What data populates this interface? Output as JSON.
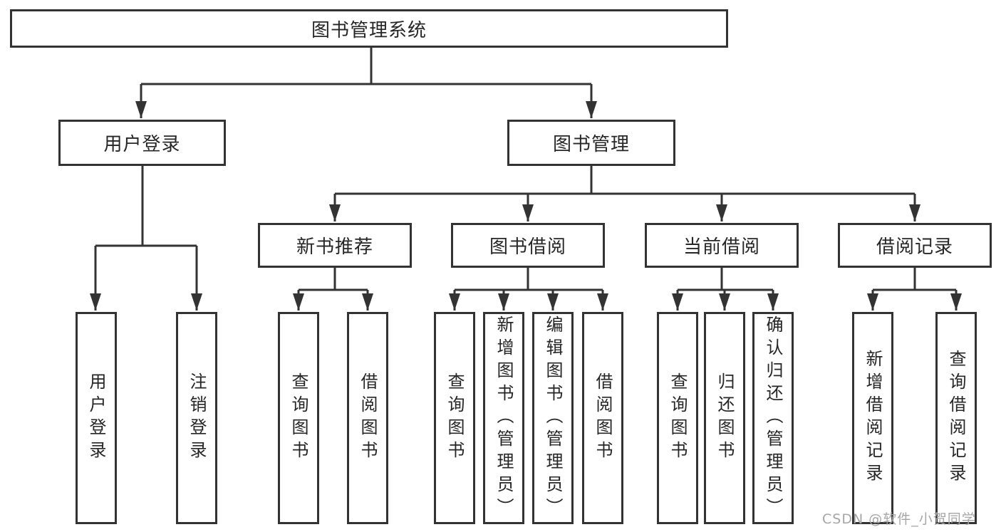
{
  "diagram": {
    "root": {
      "label": "图书管理系统"
    },
    "level2": {
      "user_login": "用户登录",
      "book_mgmt": "图书管理"
    },
    "level3": {
      "new_book_rec": "新书推荐",
      "book_borrow": "图书借阅",
      "current_borrow": "当前借阅",
      "borrow_record": "借阅记录"
    },
    "leaves": {
      "login": "用户登录",
      "logout": "注销登录",
      "rec_query": "查询图书",
      "rec_borrow": "借阅图书",
      "borrow_query": "查询图书",
      "borrow_add": "新增图书（管理员）",
      "borrow_edit": "编辑图书（管理员）",
      "borrow_borrow": "借阅图书",
      "current_query": "查询图书",
      "current_return": "归还图书",
      "current_confirm": "确认归还（管理员）",
      "record_add": "新增借阅记录",
      "record_query": "查询借阅记录"
    }
  },
  "watermark": {
    "text": "CSDN @软件_小贺同学",
    "color": "#a6a6a6"
  },
  "colors": {
    "line": "#333333",
    "text": "#262626",
    "background": "#ffffff"
  }
}
